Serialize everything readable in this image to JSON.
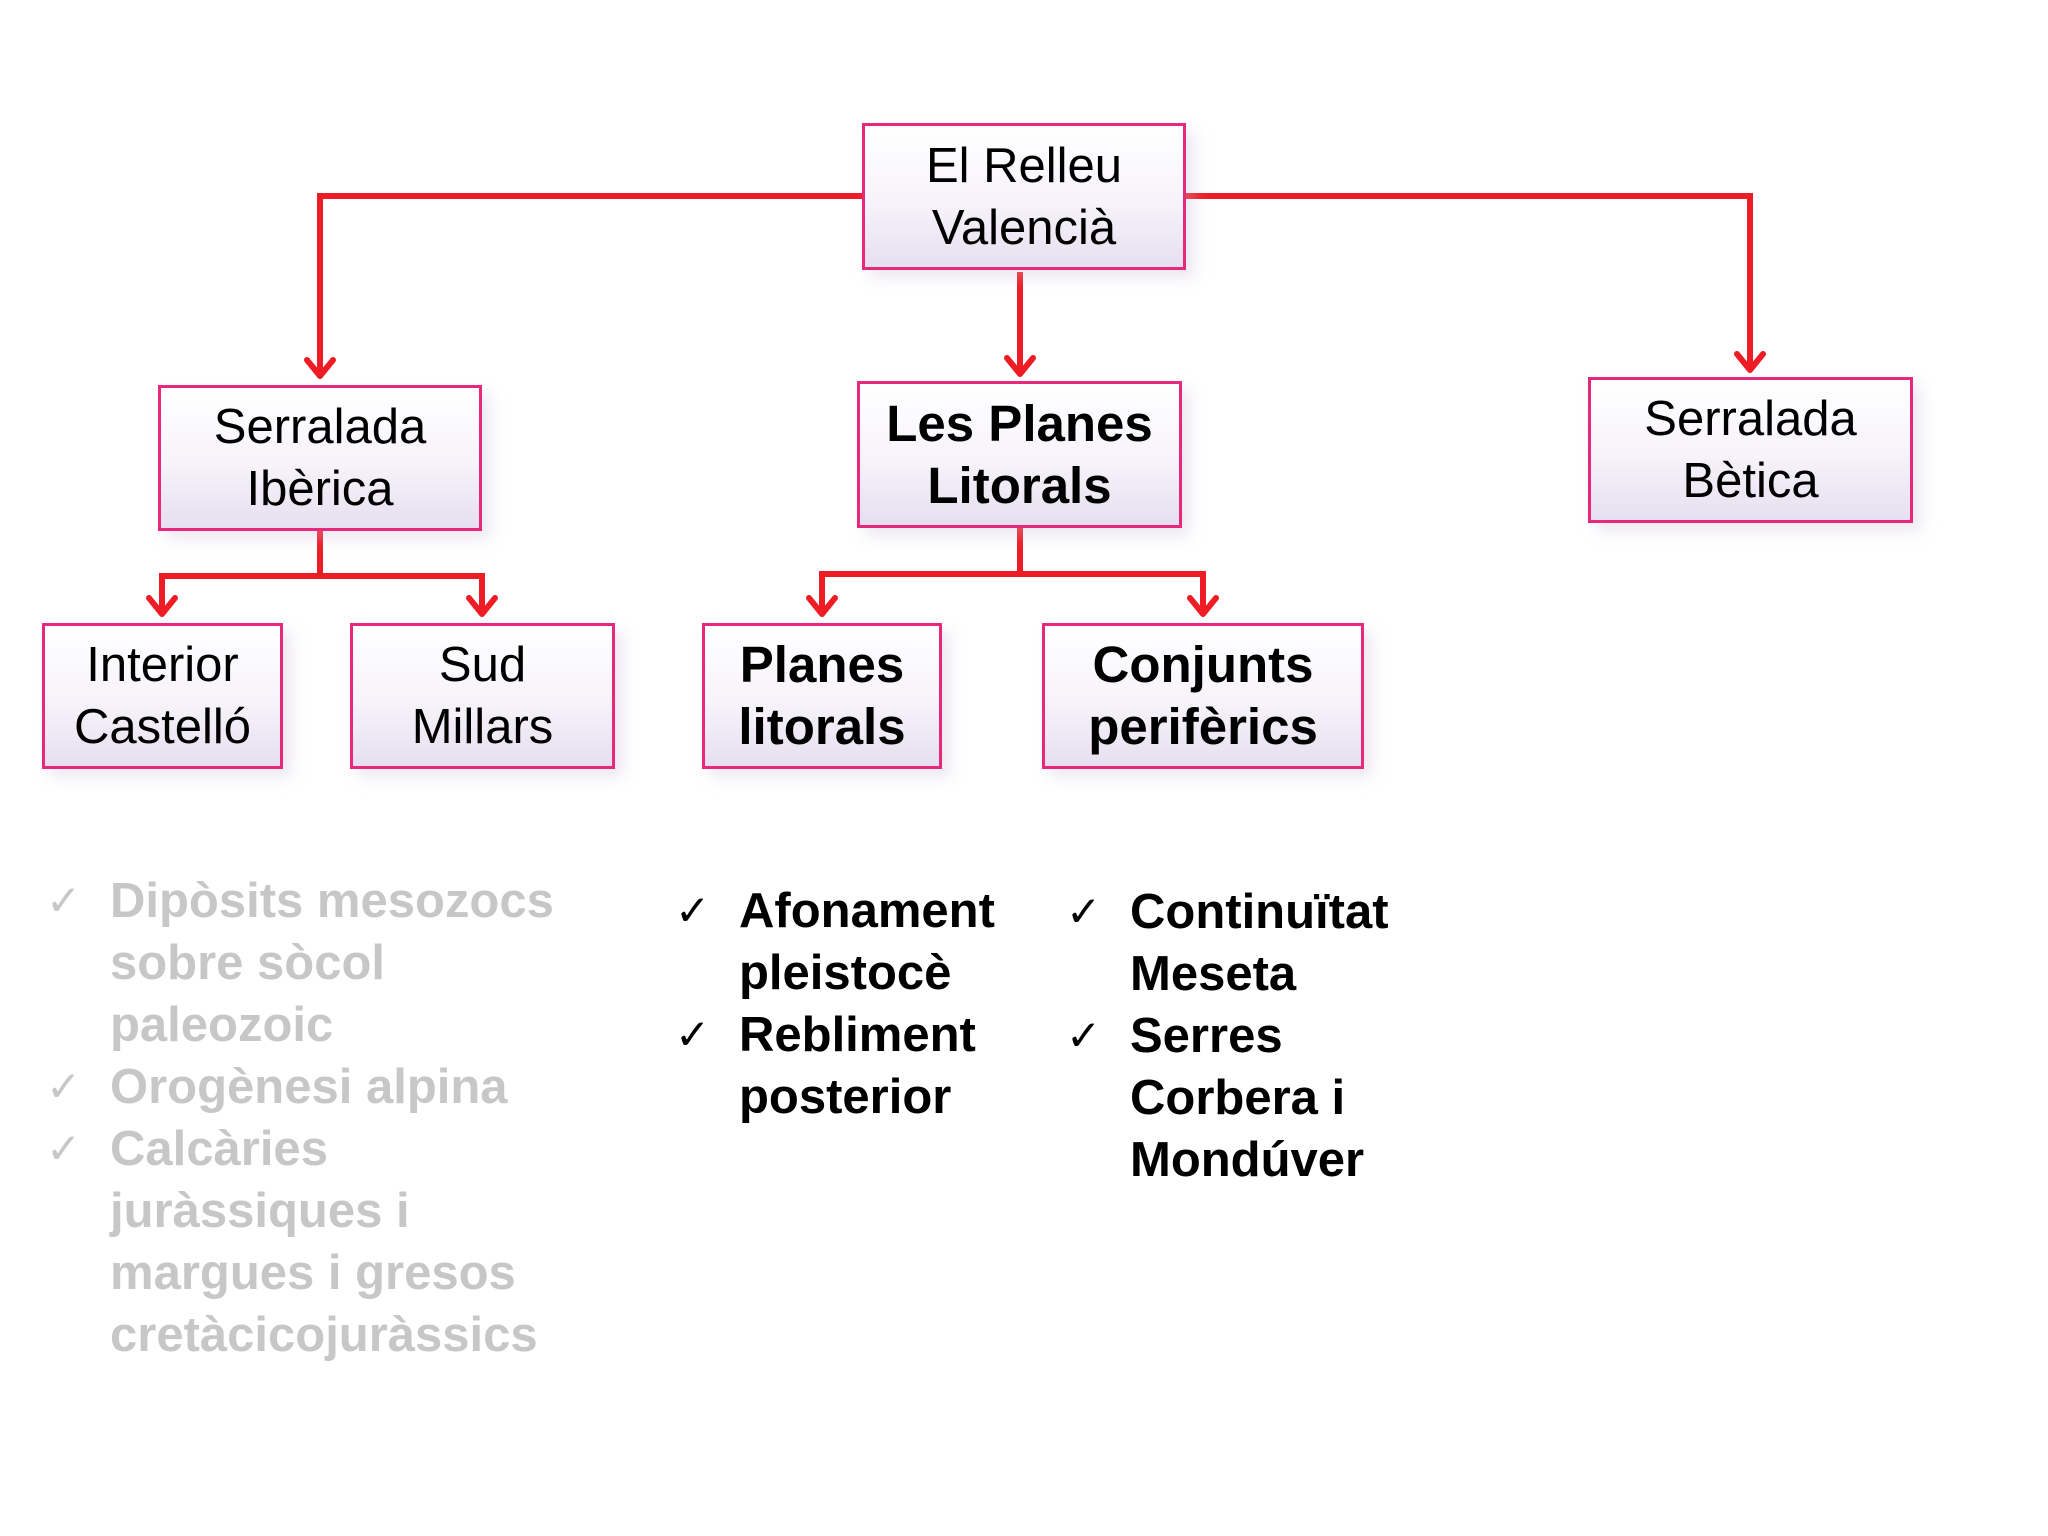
{
  "colors": {
    "connector": "#ee1c25",
    "node_border": "#e8287a",
    "node_fill_top": "#ffffff",
    "node_fill_bottom": "#e6dff0",
    "muted_text": "#c7c7c7",
    "text": "#000000"
  },
  "nodes": {
    "root": {
      "lines": [
        "El Relleu",
        "Valencià"
      ]
    },
    "iberica": {
      "lines": [
        "Serralada",
        "Ibèrica"
      ]
    },
    "planes": {
      "lines": [
        "Les Planes",
        "Litorals"
      ]
    },
    "betica": {
      "lines": [
        "Serralada",
        "Bètica"
      ]
    },
    "interior": {
      "lines": [
        "Interior",
        "Castelló"
      ]
    },
    "sud": {
      "lines": [
        "Sud",
        "Millars"
      ]
    },
    "planes_litorals": {
      "lines": [
        "Planes",
        "litorals"
      ]
    },
    "conjunts": {
      "lines": [
        "Conjunts",
        "perifèrics"
      ]
    }
  },
  "bullets": {
    "check_glyph": "✓",
    "iberica": [
      {
        "lines": [
          "Dipòsits mesozocs",
          "sobre sòcol",
          "paleozoic"
        ]
      },
      {
        "lines": [
          "Orogènesi alpina"
        ]
      },
      {
        "lines": [
          "Calcàries",
          "juràssiques i",
          "margues i gresos",
          "cretàcicojuràssics"
        ]
      }
    ],
    "planes_litorals": [
      {
        "lines": [
          "Afonament",
          "pleistocè"
        ]
      },
      {
        "lines": [
          "Rebliment",
          "posterior"
        ]
      }
    ],
    "conjunts": [
      {
        "lines": [
          "Continuïtat",
          "Meseta"
        ]
      },
      {
        "lines": [
          "Serres",
          "Corbera i",
          "Mondúver"
        ]
      }
    ]
  }
}
